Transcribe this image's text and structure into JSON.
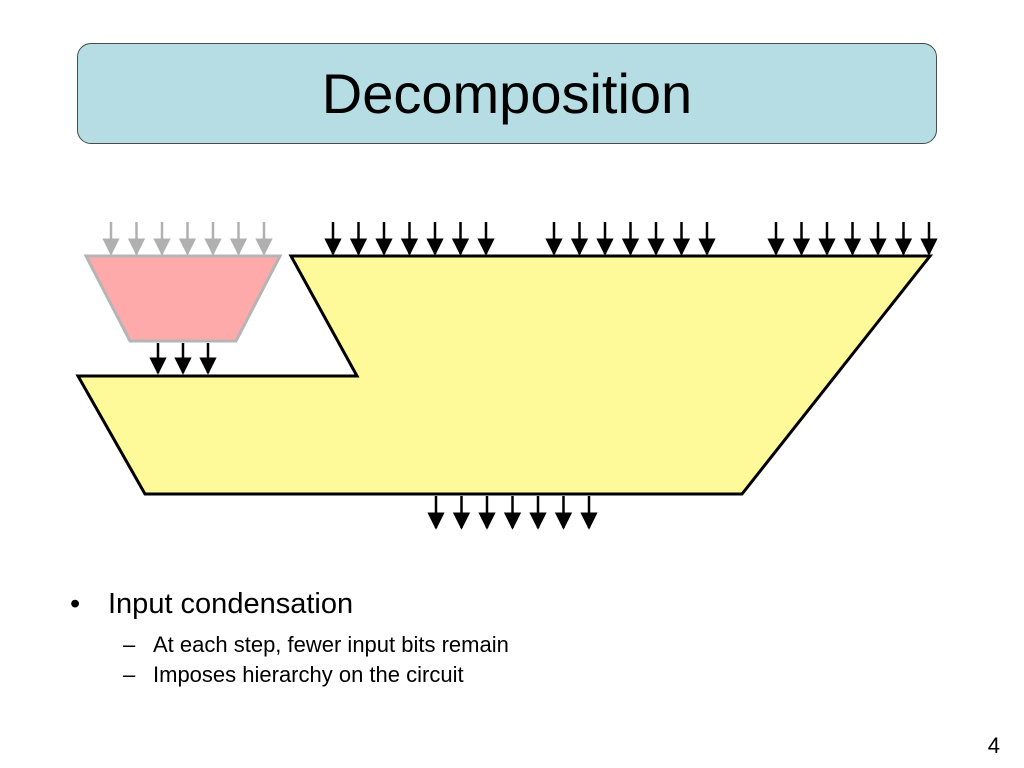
{
  "slide": {
    "title": "Decomposition",
    "page_number": "4"
  },
  "colors": {
    "title_fill": "#b6dde3",
    "main_block_fill": "#fffa99",
    "sub_block_fill": "#ffaaaa",
    "active_arrow": "#000000",
    "inactive_arrow": "#b0b0b0"
  },
  "diagram": {
    "sub_block_input_bits": 7,
    "sub_block_output_bits": 3,
    "main_block_input_groups": [
      7,
      7,
      7
    ],
    "main_block_output_bits": 7
  },
  "bullets": [
    {
      "text": "Input condensation",
      "marker": "•",
      "children": [
        {
          "text": "At each step, fewer input bits remain",
          "marker": "–"
        },
        {
          "text": "Imposes hierarchy on the circuit",
          "marker": "–"
        }
      ]
    }
  ]
}
